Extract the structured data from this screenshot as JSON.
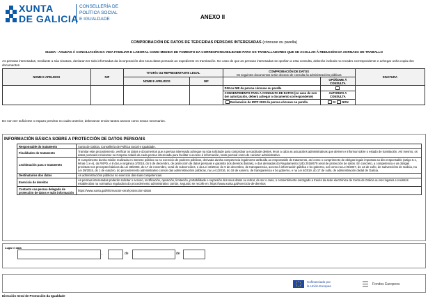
{
  "header": {
    "logo_line1": "XUNTA",
    "logo_line2": "DE GALICIA",
    "dept_line1": "CONSELLERÍA DE",
    "dept_line2": "POLÍTICA SOCIAL",
    "dept_line3": "E IGUALDADE",
    "annex": "ANEXO II",
    "brand_color": "#0a5aa8"
  },
  "titles": {
    "main": "COMPROBACIÓN DE DATOS DE TERCEIRAS PERSOAS INTERESADAS",
    "main_suffix": "(cónxuxe ou parella)",
    "sub": "SI440A - AXUDAS Á CONCILIACIÓN DA VIDA FAMILIAR E LABORAL COMO MEDIDA DE FOMENTO DA CORRESPONSABILIDADE PARA OS TRABALLADORES QUE SE ACOLLAN Á REDUCIÓN DA XORNADA DE TRABALLO"
  },
  "intro": "As persoas interesadas, mediante a súa sinatura, declaran ter sido informadas da incorporación dos seus datos persoais ao expediente en tramitación. No caso de que as persoas interesadas se opoñan a esta consulta, deberán indicalo no recadro correspondente e achegar unha copia dos documentos",
  "table": {
    "col_name": "NOME E APELIDOS",
    "col_nif": "NIF",
    "col_rep": "TITOR/A OU REPRESENTANTE LEGAL",
    "col_rep_name": "NOME E APELIDOS",
    "col_rep_nif": "NIF",
    "col_check": "COMPROBACIÓN DE DATOS",
    "col_check_sub": "Os seguintes documentos serán obxecto de consulta ás administracións públicas",
    "col_oppose": "OPÓÑOME Á CONSULTA",
    "col_sign": "SINATURA",
    "row_dni": "DNI ou NIE da persoa cónxuxe ou parella",
    "row_consent": "CONSENTIMENTO PARA A CONSULTA DE DATOS (no caso de non der autorización, deberá achegar o documento correspondente)",
    "row_consent_auth": "AUTORIZO A CONSULTA",
    "row_irpf": "Declaración do IRPF 2023 da persoa cónxuxe ou parella",
    "si": "SI",
    "non": "NON"
  },
  "note": "De non ser suficiente o espazo previsto no cadro anterior, deberanse enviar tantos anexos como sexan necesarios.",
  "info": {
    "title": "INFORMACIÓN BÁSICA SOBRE A PROTECCIÓN DE DATOS PERSOAIS",
    "rows": [
      {
        "label": "Responsable do tratamento",
        "text": "Xunta de Galicia. Consellería de Política Social e Igualdade."
      },
      {
        "label": "Finalidades do tratamento",
        "text": "Tramitar este procedemento, verificar os datos e documentos que a persoa interesada achegue na súa solicitude para comprobar a exactitude destes, levar a cabo as actuacións administrativas que deriven e informar sobre o estado de tramitación. Así mesmo, os datos persoais incluiranse na Carpeta cidadá da cada persoa interesada para facilitar o acceso á información, tanto persoal como de carácter administrativo."
      },
      {
        "label": "Lexitimación para o tratamento",
        "text": "O cumprimento dunha misión realizada en interese público ou no exercicio de poderes públicos, derivada dunha competencia legalmente atribuída ao responsable do tratamento, así como o cumprimento de obrigas legais impostas ao dito responsable (artigo 6.1, letras c) e e), do RXPD, e 8 da Lei orgánica 3/2018, do 5 de decembro, de protección de datos persoais e garantía dos dereitos dixitais), e das derivadas do Regulamento (UE) 2016/679 xeral de protección de datos. En concreto, a competencia e as obrigas previstas nos preceptos básicos da Lei 38/2003, do 17 de novembro, xeral de subvencións, e da Lei 19/2013, do 9 de decembro, de transparencia, acceso á información pública e bo goberno, así como na Lei 9/2007, do 13 de xuño, de subvencións de Galicia, na Lei 39/2015, do 1 de outubro, do procedemento administrativo común das administracións públicas, na Lei 1/2016, do 18 de xaneiro, de transparencia e bo goberno, e na Lei 4/2019, do 17 de xullo, de administración dixital de Galicia."
      },
      {
        "label": "Destinatarios dos datos",
        "text": "As administracións públicas no exercicio das súas competencias."
      },
      {
        "label": "Exercicio de dereitos",
        "text": "As persoas interesadas poderán solicitar o acceso, rectificación, oposición, limitación, portabilidade e supresión dos seus datos ou retirar, de ser o caso, o consentimento outorgado a través da sede electrónica da Xunta de Galicia ou nos lugares e rexistros establecidos na normativa reguladora do procedemento administrativo común, segundo se recolle en: https://www.xunta.gal/exercicio-de-dereitos"
      },
      {
        "label": "Contacto coa persoa delegada de protección de datos e máis información",
        "text": "https://www.xunta.gal/informacion-xeral-proteccion-datos"
      }
    ]
  },
  "place": {
    "label": "Lugar e data",
    "comma": ",",
    "de1": "de",
    "de2": "de"
  },
  "logos": {
    "eu_line1": "Cofinanciado por",
    "eu_line2": "la Unión Europea",
    "funds": "Fondos Europeos",
    "eu_color": "#1f47a3"
  },
  "footer": "Dirección Xeral de Promoción da Igualdade"
}
